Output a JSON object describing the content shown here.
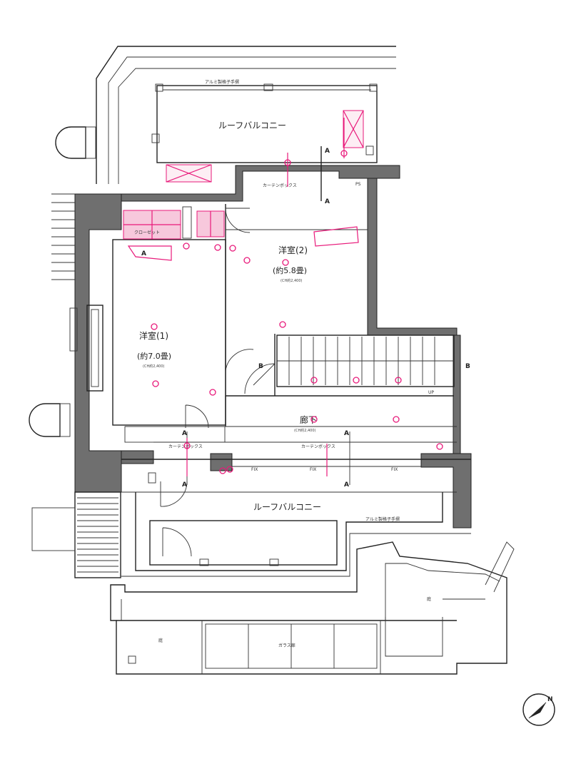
{
  "rooms": {
    "roof_balcony_top": "ルーフバルコニー",
    "roof_balcony_bottom": "ルーフバルコニー",
    "western_room_1": "洋室(1)",
    "western_room_1_area": "(約7.0畳)",
    "western_room_1_ceiling": "(CH約2,400)",
    "western_room_2": "洋室(2)",
    "western_room_2_area": "(約5.8畳)",
    "western_room_2_ceiling": "(CH約2,400)",
    "corridor": "廊下",
    "corridor_ceiling": "(CH約2,400)",
    "closet": "クローゼット",
    "glass_door": "ガラス扉",
    "niwa_left": "庭",
    "niwa_right": "庭"
  },
  "annotations": {
    "alu_handrail_top": "アルミ製格子手摺",
    "alu_handrail_bottom": "アルミ製格子手摺",
    "curtain_box_top": "カーテンボックス",
    "curtain_box_bottom": "カーテンボックス",
    "fix_1": "FIX",
    "fix_2": "FIX",
    "fix_3": "FIX",
    "section_mark": "A",
    "b_mark": "B",
    "up_mark": "UP",
    "ps_mark": "PS"
  },
  "compass": {
    "label": "N",
    "icon": "north-arrow-icon"
  },
  "colors": {
    "accent": "#e8197a",
    "wall": "#6f6f6f",
    "line": "#222222"
  }
}
